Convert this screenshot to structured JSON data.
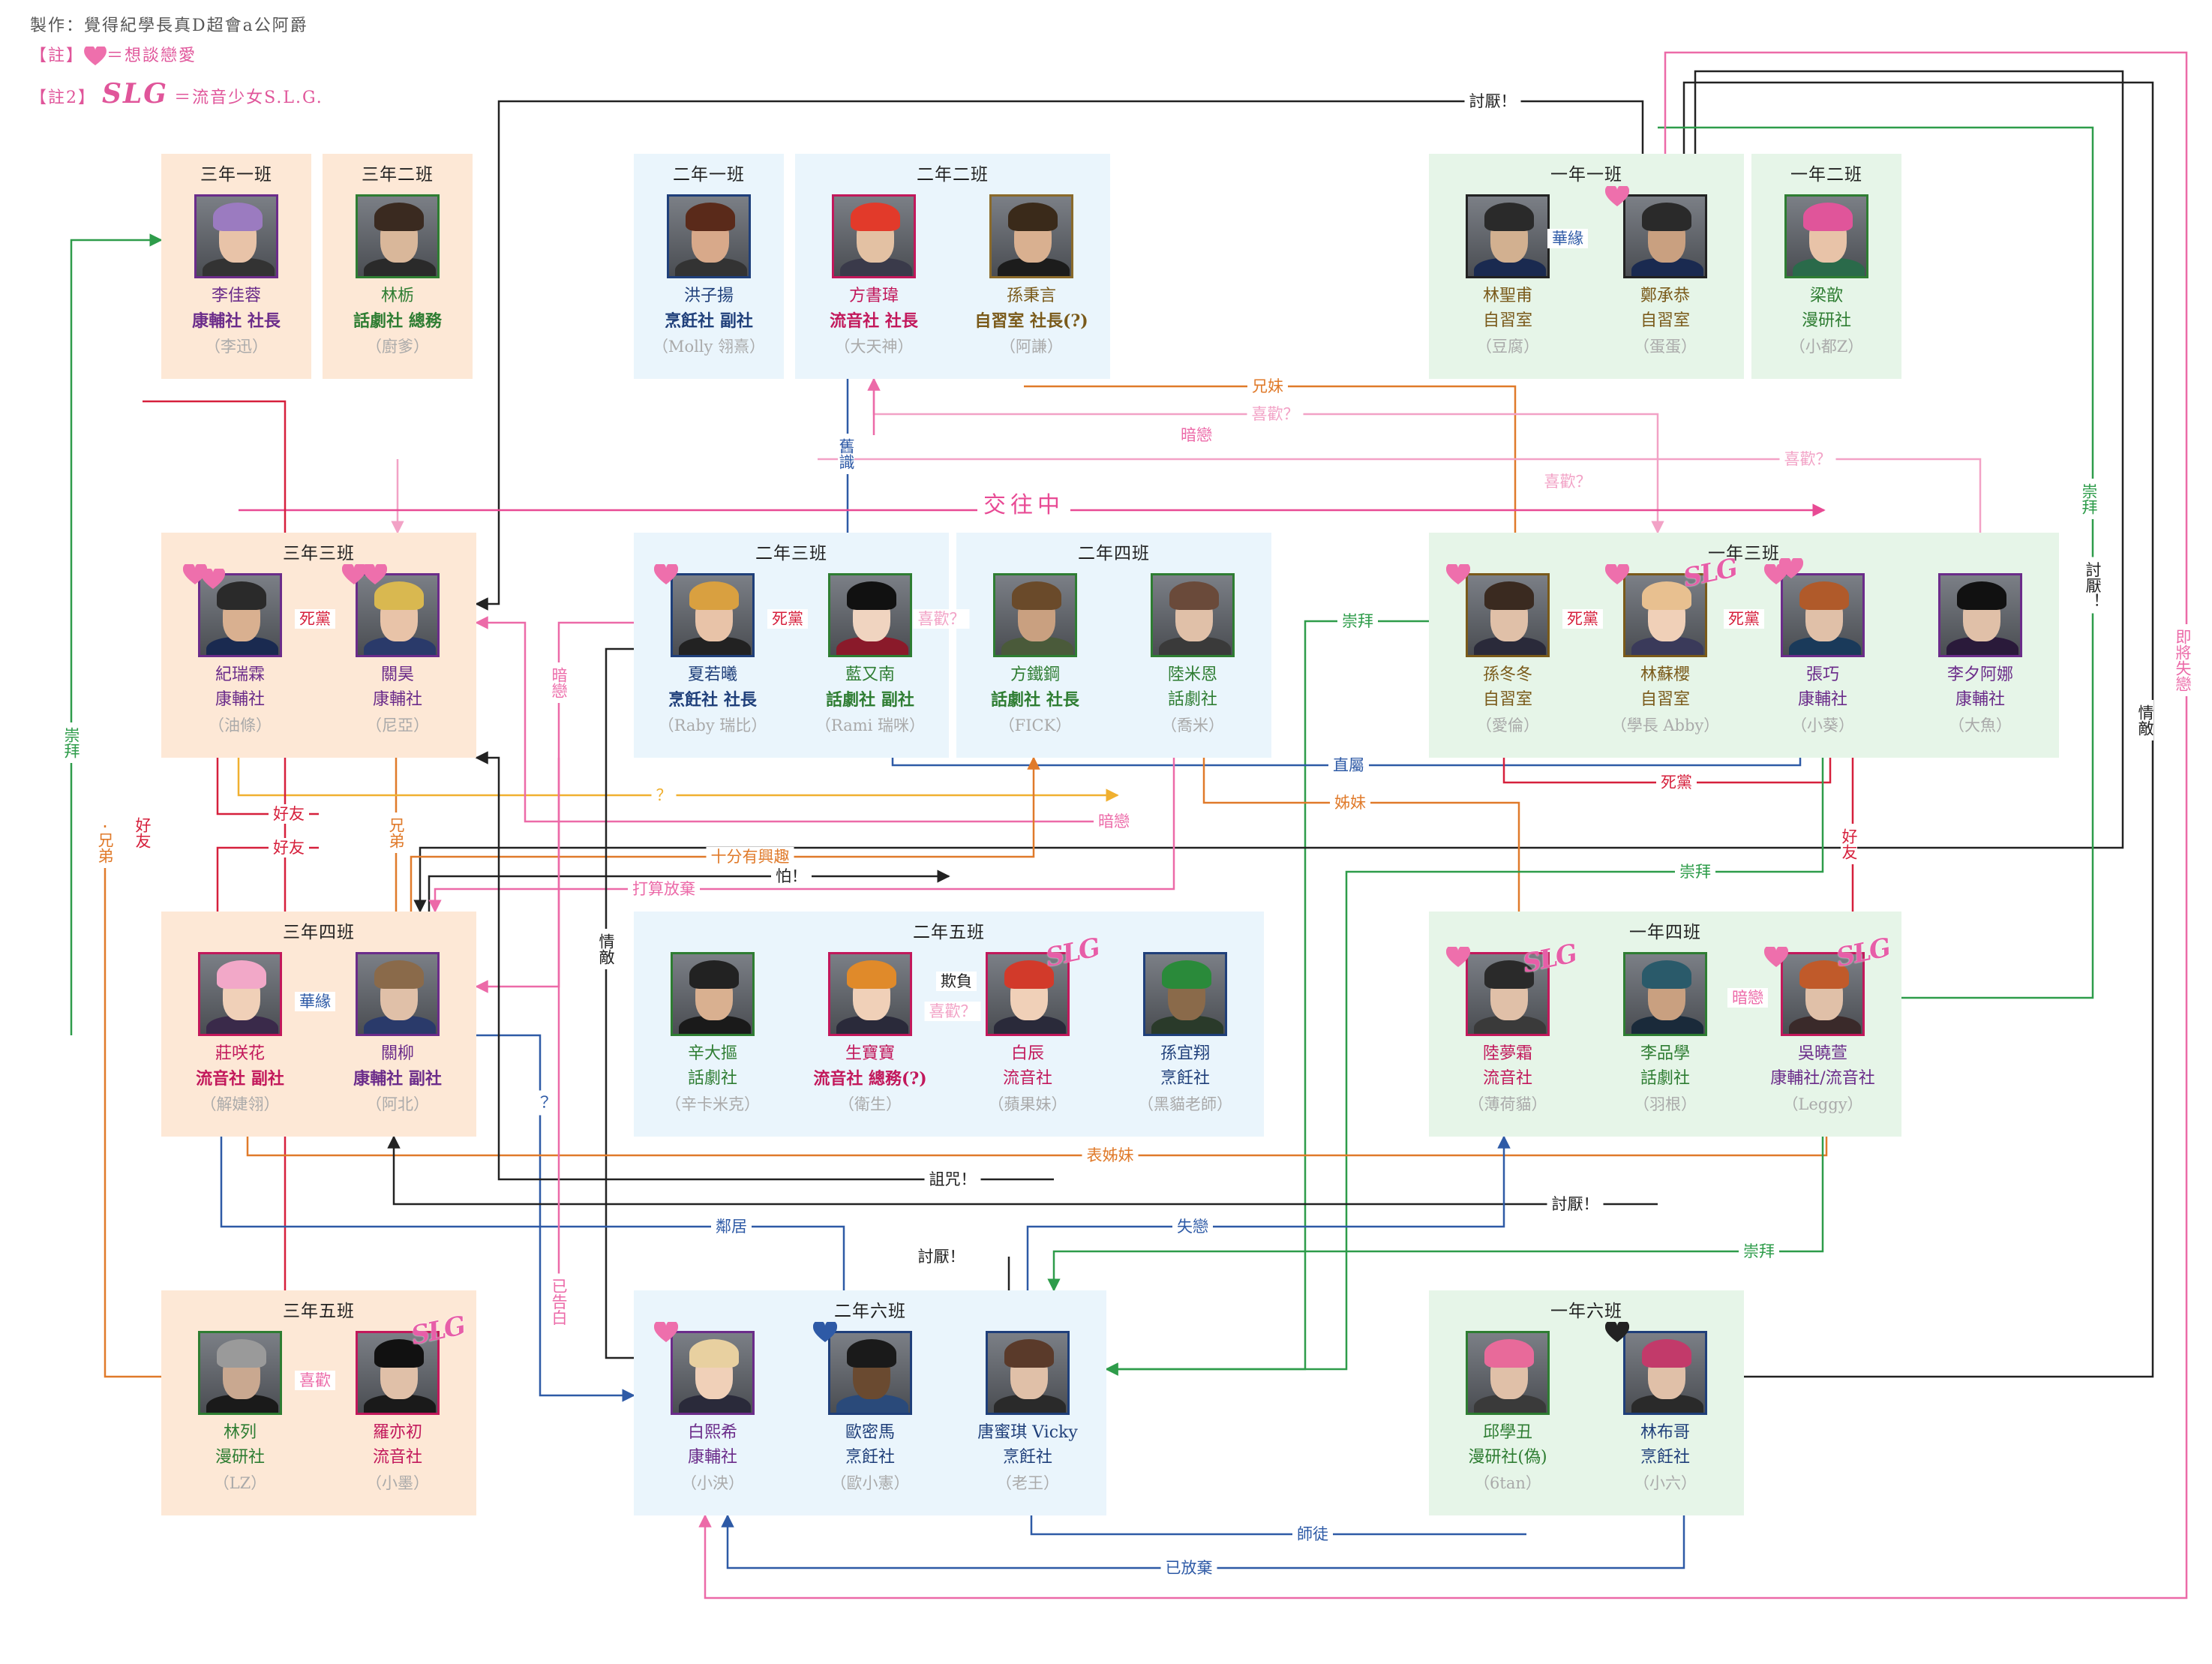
{
  "header": {
    "credit": "製作：覺得紀學長真D超會a公阿爵",
    "note1_prefix": "【註】",
    "note1_text": "＝想談戀愛",
    "note2_prefix": "【註2】",
    "note2_logo": "SLG",
    "note2_text": "＝流音少女S.L.G."
  },
  "colors": {
    "senior_bg": "#fde8d6",
    "junior_bg": "#eaf5fc",
    "freshman_bg": "#e6f5e8",
    "pink": "#ec6aa8",
    "red": "#d6203c",
    "orange": "#e07a2a",
    "green": "#2e9c4a",
    "blue": "#2e5aa6",
    "black": "#222222"
  },
  "classes": [
    {
      "id": "s1",
      "title": "三年一班",
      "persons": [
        {
          "name": "李佳蓉",
          "club": "康輔社 社長",
          "nick": "（李迅）",
          "clubColor": "#6b2c8a",
          "bold": true,
          "frame": "#6b2c8a",
          "hair": "#9b7bc0",
          "skin": "#e8c3a8",
          "shirt": "#333"
        }
      ]
    },
    {
      "id": "s2",
      "title": "三年二班",
      "persons": [
        {
          "name": "林栃",
          "club": "話劇社 總務",
          "nick": "（廚爹）",
          "clubColor": "#2e7d32",
          "bold": true,
          "frame": "#2e7d32",
          "hair": "#3a2a20",
          "skin": "#d9b79a",
          "shirt": "#2a2a2a"
        }
      ]
    },
    {
      "id": "j1",
      "title": "二年一班",
      "persons": [
        {
          "name": "洪子揚",
          "club": "烹飪社 副社",
          "nick": "（Molly 翎熹）",
          "clubColor": "#1f3f7a",
          "bold": true,
          "frame": "#1f3f7a",
          "hair": "#5a2a1a",
          "skin": "#d8a98a",
          "shirt": "#333"
        }
      ]
    },
    {
      "id": "j2",
      "title": "二年二班",
      "persons": [
        {
          "name": "方書瑋",
          "club": "流音社 社長",
          "nick": "（大天神）",
          "clubColor": "#c2185b",
          "bold": true,
          "frame": "#c2185b",
          "hair": "#e23a2a",
          "skin": "#e3c1a3",
          "shirt": "#3a3a4a"
        },
        {
          "name": "孫秉言",
          "club": "自習室 社長(?)",
          "nick": "（阿謙）",
          "clubColor": "#7a5a1a",
          "bold": true,
          "frame": "#8a6a2a",
          "hair": "#3a2a1a",
          "skin": "#d9b090",
          "shirt": "#1c1c1c"
        }
      ]
    },
    {
      "id": "f1",
      "title": "一年一班",
      "persons": [
        {
          "name": "林聖甫",
          "club": "自習室",
          "nick": "（豆腐）",
          "clubColor": "#7a5a1a",
          "bold": false,
          "frame": "#222",
          "hair": "#2a2a2a",
          "skin": "#d2b090",
          "shirt": "#1a2a50"
        },
        {
          "name": "鄭承恭",
          "club": "自習室",
          "nick": "（蛋蛋）",
          "clubColor": "#7a5a1a",
          "bold": false,
          "frame": "#222",
          "hair": "#2a2a2a",
          "skin": "#c9a080",
          "shirt": "#1a2a50"
        }
      ]
    },
    {
      "id": "f2",
      "title": "一年二班",
      "persons": [
        {
          "name": "梁歆",
          "club": "漫研社",
          "nick": "（小都Z）",
          "clubColor": "#2e7d32",
          "bold": false,
          "frame": "#2e7d32",
          "hair": "#e0559a",
          "skin": "#e8c3a8",
          "shirt": "#2a6a4a"
        }
      ]
    },
    {
      "id": "s3",
      "title": "三年三班",
      "persons": [
        {
          "name": "紀瑞霖",
          "club": "康輔社",
          "nick": "（油條）",
          "clubColor": "#6b2c8a",
          "bold": false,
          "frame": "#6b2c8a",
          "hair": "#2a2a2a",
          "skin": "#d9b090",
          "shirt": "#1a2a50"
        },
        {
          "name": "關昊",
          "club": "康輔社",
          "nick": "（尼亞）",
          "clubColor": "#6b2c8a",
          "bold": false,
          "frame": "#6b2c8a",
          "hair": "#d9b850",
          "skin": "#e8c3a8",
          "shirt": "#2a3a6a"
        }
      ]
    },
    {
      "id": "j3",
      "title": "二年三班",
      "persons": [
        {
          "name": "夏若曦",
          "club": "烹飪社 社長",
          "nick": "（Raby 瑞比）",
          "clubColor": "#1f3f7a",
          "bold": true,
          "frame": "#1f3f7a",
          "hair": "#d9a040",
          "skin": "#e8c3a8",
          "shirt": "#222"
        },
        {
          "name": "藍又南",
          "club": "話劇社 副社",
          "nick": "（Rami 瑞咪）",
          "clubColor": "#2e7d32",
          "bold": true,
          "frame": "#2e7d32",
          "hair": "#111",
          "skin": "#f0d4c0",
          "shirt": "#8a1a2a"
        }
      ]
    },
    {
      "id": "j4",
      "title": "二年四班",
      "persons": [
        {
          "name": "方鐵鋼",
          "club": "話劇社 社長",
          "nick": "（FICK）",
          "clubColor": "#2e7d32",
          "bold": true,
          "frame": "#2e7d32",
          "hair": "#6a4a2a",
          "skin": "#c9a080",
          "shirt": "#4a5a3a"
        },
        {
          "name": "陸米恩",
          "club": "話劇社",
          "nick": "（喬米）",
          "clubColor": "#2e7d32",
          "bold": false,
          "frame": "#2e7d32",
          "hair": "#6a4a3a",
          "skin": "#e0c0a8",
          "shirt": "#3a3a3a"
        }
      ]
    },
    {
      "id": "f3",
      "title": "一年三班",
      "persons": [
        {
          "name": "孫冬冬",
          "club": "自習室",
          "nick": "（愛倫）",
          "clubColor": "#7a5a1a",
          "bold": false,
          "frame": "#7a5a1a",
          "hair": "#3a2a20",
          "skin": "#e0c0a8",
          "shirt": "#2a2a3a"
        },
        {
          "name": "林蘇櫻",
          "club": "自習室",
          "nick": "（學長 Abby）",
          "clubColor": "#7a5a1a",
          "bold": false,
          "frame": "#7a5a1a",
          "hair": "#e8c090",
          "skin": "#f0d0b8",
          "shirt": "#3a3a5a"
        },
        {
          "name": "張巧",
          "club": "康輔社",
          "nick": "（小葵）",
          "clubColor": "#6b2c8a",
          "bold": false,
          "frame": "#6b2c8a",
          "hair": "#b05a2a",
          "skin": "#e0c0a8",
          "shirt": "#1a3a5a"
        },
        {
          "name": "李夕阿娜",
          "club": "康輔社",
          "nick": "（大魚）",
          "clubColor": "#6b2c8a",
          "bold": false,
          "frame": "#6b2c8a",
          "hair": "#111",
          "skin": "#e0c0a8",
          "shirt": "#2a1a3a"
        }
      ]
    },
    {
      "id": "s4",
      "title": "三年四班",
      "persons": [
        {
          "name": "莊咲花",
          "club": "流音社 副社",
          "nick": "（解婕翎）",
          "clubColor": "#c2185b",
          "bold": true,
          "frame": "#c2185b",
          "hair": "#f2a8c8",
          "skin": "#f0d0b8",
          "shirt": "#3a2a4a"
        },
        {
          "name": "關柳",
          "club": "康輔社 副社",
          "nick": "（阿北）",
          "clubColor": "#6b2c8a",
          "bold": true,
          "frame": "#6b2c8a",
          "hair": "#8a6a4a",
          "skin": "#e0c0a8",
          "shirt": "#2a3a6a"
        }
      ]
    },
    {
      "id": "j5",
      "title": "二年五班",
      "persons": [
        {
          "name": "辛大摳",
          "club": "話劇社",
          "nick": "（辛卡米克）",
          "clubColor": "#2e7d32",
          "bold": false,
          "frame": "#2e7d32",
          "hair": "#222",
          "skin": "#d9b090",
          "shirt": "#1a1a1a"
        },
        {
          "name": "生寶寶",
          "club": "流音社 總務(?)",
          "nick": "（衛生）",
          "clubColor": "#c2185b",
          "bold": true,
          "frame": "#c2185b",
          "hair": "#e08a2a",
          "skin": "#f0d0b8",
          "shirt": "#2a2a3a"
        },
        {
          "name": "白辰",
          "club": "流音社",
          "nick": "（蘋果妹）",
          "clubColor": "#c2185b",
          "bold": false,
          "frame": "#c2185b",
          "hair": "#d23a2a",
          "skin": "#f0d0b8",
          "shirt": "#2a2a3a"
        },
        {
          "name": "孫宜翔",
          "club": "烹飪社",
          "nick": "（黑貓老師）",
          "clubColor": "#1f3f7a",
          "bold": false,
          "frame": "#1f3f7a",
          "hair": "#2a8a3a",
          "skin": "#8a6a4a",
          "shirt": "#2a3a2a"
        }
      ]
    },
    {
      "id": "f4",
      "title": "一年四班",
      "persons": [
        {
          "name": "陸夢霜",
          "club": "流音社",
          "nick": "（薄荷貓）",
          "clubColor": "#c2185b",
          "bold": false,
          "frame": "#c2185b",
          "hair": "#2a2a2a",
          "skin": "#e0c0a8",
          "shirt": "#3a3a3a"
        },
        {
          "name": "李品學",
          "club": "話劇社",
          "nick": "（羽根）",
          "clubColor": "#2e7d32",
          "bold": false,
          "frame": "#2e7d32",
          "hair": "#2a5a6a",
          "skin": "#c9a080",
          "shirt": "#1a2a3a"
        },
        {
          "name": "吳曉萱",
          "club": "康輔社/流音社",
          "nick": "（Leggy）",
          "clubColor": "#6b2c8a",
          "bold": false,
          "frame": "#c2185b",
          "hair": "#c05a2a",
          "skin": "#e0c0a8",
          "shirt": "#3a2a2a"
        }
      ]
    },
    {
      "id": "s5",
      "title": "三年五班",
      "persons": [
        {
          "name": "林列",
          "club": "漫研社",
          "nick": "（LZ）",
          "clubColor": "#2e7d32",
          "bold": false,
          "frame": "#2e7d32",
          "hair": "#9a9a9a",
          "skin": "#c9a890",
          "shirt": "#1a1a1a"
        },
        {
          "name": "羅亦初",
          "club": "流音社",
          "nick": "（小墨）",
          "clubColor": "#c2185b",
          "bold": false,
          "frame": "#c2185b",
          "hair": "#111",
          "skin": "#e0c0a8",
          "shirt": "#1a1a1a"
        }
      ]
    },
    {
      "id": "j6",
      "title": "二年六班",
      "persons": [
        {
          "name": "白熙希",
          "club": "康輔社",
          "nick": "（小泱）",
          "clubColor": "#6b2c8a",
          "bold": false,
          "frame": "#6b2c8a",
          "hair": "#e8d0a0",
          "skin": "#f0d0b8",
          "shirt": "#2a2a3a"
        },
        {
          "name": "歐密馬",
          "club": "烹飪社",
          "nick": "（歐小憲）",
          "clubColor": "#1f3f7a",
          "bold": false,
          "frame": "#1f3f7a",
          "hair": "#1a1a1a",
          "skin": "#6a4a30",
          "shirt": "#2a4a7a"
        },
        {
          "name": "唐蜜琪 Vicky",
          "club": "烹飪社",
          "nick": "（老王）",
          "clubColor": "#1f3f7a",
          "bold": false,
          "frame": "#1f3f7a",
          "hair": "#5a3a2a",
          "skin": "#e0c0a8",
          "shirt": "#2a2a2a"
        }
      ]
    },
    {
      "id": "f6",
      "title": "一年六班",
      "persons": [
        {
          "name": "邱學丑",
          "club": "漫研社(偽)",
          "nick": "（6tan）",
          "clubColor": "#2e7d32",
          "bold": false,
          "frame": "#2e7d32",
          "hair": "#e86a9a",
          "skin": "#e0c0a8",
          "shirt": "#3a3a3a"
        },
        {
          "name": "林布哥",
          "club": "烹飪社",
          "nick": "（小六）",
          "clubColor": "#1f3f7a",
          "bold": false,
          "frame": "#1f3f7a",
          "hair": "#c23a6a",
          "skin": "#e0c0a8",
          "shirt": "#2a2a2a"
        }
      ]
    }
  ],
  "relations": [
    {
      "text": "討厭！",
      "color": "#222222"
    },
    {
      "text": "華緣",
      "color": "#2e5aa6"
    },
    {
      "text": "兄妹",
      "color": "#e07a2a"
    },
    {
      "text": "喜歡？",
      "color": "#f2a2c6"
    },
    {
      "text": "暗戀",
      "color": "#ec6aa8"
    },
    {
      "text": "舊識",
      "color": "#2e5aa6"
    },
    {
      "text": "喜歡？",
      "color": "#f2a2c6"
    },
    {
      "text": "喜歡？",
      "color": "#f2a2c6"
    },
    {
      "text": "交往中",
      "color": "#e84a94"
    },
    {
      "text": "崇拜",
      "color": "#2e9c4a"
    },
    {
      "text": "死黨",
      "color": "#d6203c"
    },
    {
      "text": "死黨",
      "color": "#d6203c"
    },
    {
      "text": "喜歡？",
      "color": "#f2a2c6"
    },
    {
      "text": "死黨",
      "color": "#d6203c"
    },
    {
      "text": "死黨",
      "color": "#d6203c"
    },
    {
      "text": "討厭！",
      "color": "#222222"
    },
    {
      "text": "情敵",
      "color": "#222222"
    },
    {
      "text": "崇拜",
      "color": "#2e9c4a"
    },
    {
      "text": "即將失戀",
      "color": "#ec6aa8"
    },
    {
      "text": "暗戀",
      "color": "#ec6aa8"
    },
    {
      "text": "直屬",
      "color": "#2e5aa6"
    },
    {
      "text": "死黨",
      "color": "#d6203c"
    },
    {
      "text": "好友",
      "color": "#d6203c"
    },
    {
      "text": "兄弟",
      "color": "#e07a2a"
    },
    {
      "text": "好友",
      "color": "#d6203c"
    },
    {
      "text": "姊妹",
      "color": "#e07a2a"
    },
    {
      "text": "？",
      "color": "#f0b030"
    },
    {
      "text": "暗戀",
      "color": "#ec6aa8"
    },
    {
      "text": "十分有興趣",
      "color": "#e07a2a"
    },
    {
      "text": "崇拜",
      "color": "#2e9c4a"
    },
    {
      "text": "好友",
      "color": "#d6203c"
    },
    {
      "text": "怕！",
      "color": "#222222"
    },
    {
      "text": "打算放棄",
      "color": "#ec6aa8"
    },
    {
      "text": "兄弟",
      "color": "#e07a2a"
    },
    {
      "text": "好友",
      "color": "#d6203c"
    },
    {
      "text": "崇拜",
      "color": "#2e9c4a"
    },
    {
      "text": "華緣",
      "color": "#2e5aa6"
    },
    {
      "text": "欺負",
      "color": "#222222"
    },
    {
      "text": "喜歡？",
      "color": "#f2a2c6"
    },
    {
      "text": "暗戀",
      "color": "#ec6aa8"
    },
    {
      "text": "情敵",
      "color": "#222222"
    },
    {
      "text": "？",
      "color": "#2e5aa6"
    },
    {
      "text": "表姊妹",
      "color": "#e07a2a"
    },
    {
      "text": "詛咒！",
      "color": "#222222"
    },
    {
      "text": "討厭！",
      "color": "#222222"
    },
    {
      "text": "鄰居",
      "color": "#2e5aa6"
    },
    {
      "text": "失戀",
      "color": "#2e5aa6"
    },
    {
      "text": "討厭！",
      "color": "#222222"
    },
    {
      "text": "崇拜",
      "color": "#2e9c4a"
    },
    {
      "text": "已告白",
      "color": "#ec6aa8"
    },
    {
      "text": "喜歡",
      "color": "#ec6aa8"
    },
    {
      "text": "師徒",
      "color": "#2e5aa6"
    },
    {
      "text": "已放棄",
      "color": "#2e5aa6"
    }
  ]
}
